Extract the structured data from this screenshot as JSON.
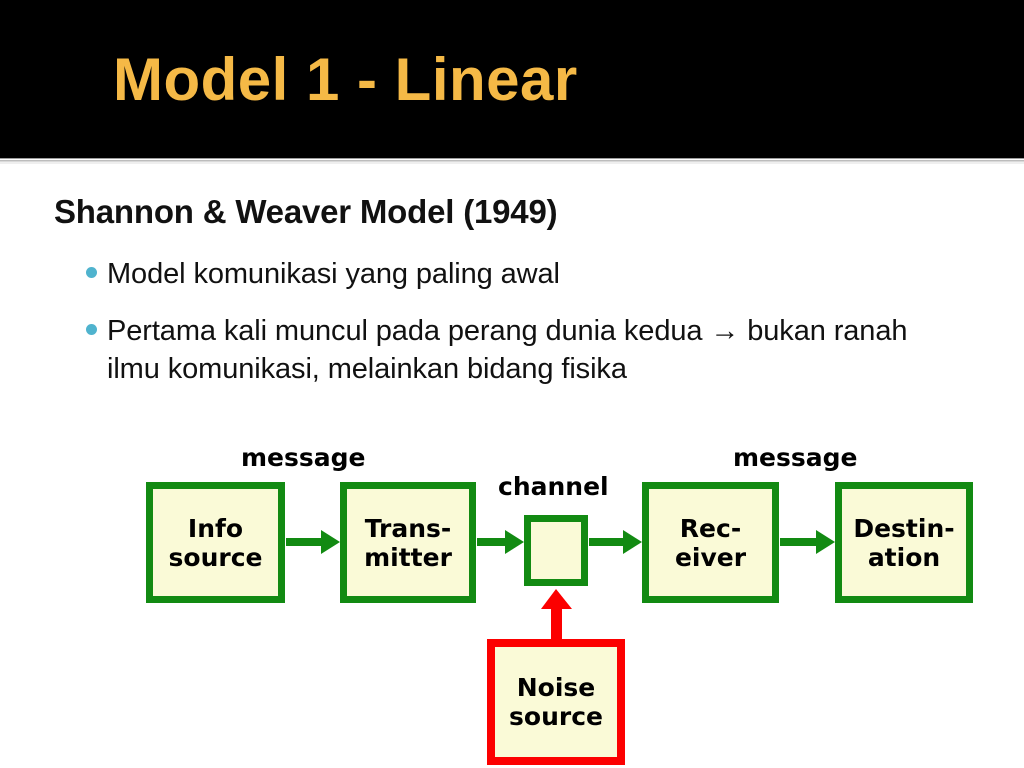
{
  "slide": {
    "title": "Model 1 - Linear",
    "title_color": "#F5B946",
    "band_color": "#000000",
    "background_color": "#FFFFFF"
  },
  "content": {
    "heading": "Shannon & Weaver Model (1949)",
    "bullet_color": "#4FB3CE",
    "bullets": [
      "Model komunikasi yang paling awal",
      "Pertama kali muncul pada perang dunia kedua → bukan ranah ilmu komunikasi, melainkan bidang fisika"
    ]
  },
  "diagram": {
    "type": "flow-diagram",
    "name": "shannon-weaver-linear-model",
    "colors": {
      "box_fill": "#FAFAD7",
      "box_border_green": "#128A12",
      "box_border_red": "#FC0000",
      "arrow_green": "#128A12",
      "arrow_red": "#FC0000"
    },
    "nodes": [
      {
        "id": "info-source",
        "line1": "Info",
        "line2": "source",
        "border": "green"
      },
      {
        "id": "transmitter",
        "line1": "Trans-",
        "line2": "mitter",
        "border": "green"
      },
      {
        "id": "channel",
        "line1": "",
        "line2": "",
        "border": "green"
      },
      {
        "id": "receiver",
        "line1": "Rec-",
        "line2": "eiver",
        "border": "green"
      },
      {
        "id": "destination",
        "line1": "Destin-",
        "line2": "ation",
        "border": "green"
      },
      {
        "id": "noise-source",
        "line1": "Noise",
        "line2": "source",
        "border": "red"
      }
    ],
    "edge_labels": {
      "message_left": "message",
      "channel": "channel",
      "message_right": "message"
    },
    "flow": [
      "info-source → transmitter",
      "transmitter → channel",
      "channel → receiver",
      "receiver → destination",
      "noise-source → channel"
    ]
  }
}
